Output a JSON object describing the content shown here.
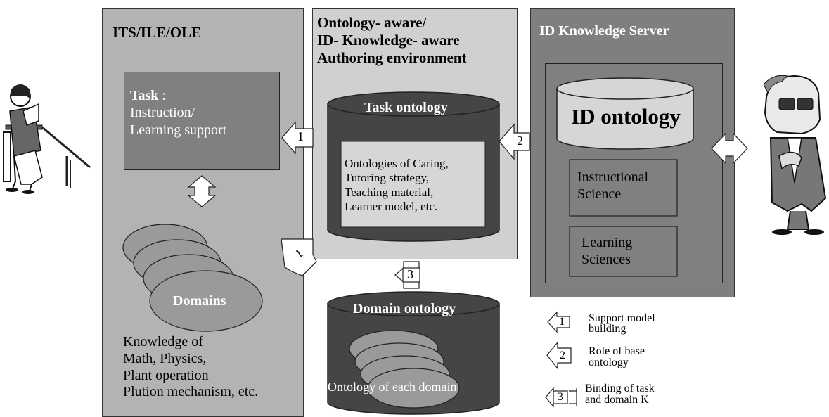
{
  "its_panel": {
    "title": "ITS/ILE/OLE",
    "task_title": "Task",
    "task_colon": " :",
    "task_body_1": "Instruction/",
    "task_body_2": "Learning support",
    "domains_label": "Domains",
    "knowledge_lines": [
      "Knowledge of",
      "Math, Physics,",
      "Plant operation",
      "Plution mechanism, etc."
    ]
  },
  "authoring_panel": {
    "title_lines": [
      "Ontology- aware/",
      "ID- Knowledge- aware",
      "Authoring environment"
    ],
    "task_ontology_label": "Task ontology",
    "ontologies_lines": [
      "Ontologies of Caring,",
      "Tutoring strategy,",
      "Teaching material,",
      "Learner model, etc."
    ]
  },
  "domain_ontology": {
    "label": "Domain ontology",
    "each_domain_label": "Ontology of each domain"
  },
  "server_panel": {
    "title": "ID Knowledge Server",
    "id_ontology_label": "ID ontology",
    "instructional_lines": [
      "Instructional",
      "Science"
    ],
    "learning_lines": [
      "Learning",
      "Sciences"
    ]
  },
  "arrows": {
    "arrow1_top": "1",
    "arrow1_bottom": "1",
    "arrow2": "2",
    "arrow3": "3"
  },
  "legend": {
    "item1_num": "1",
    "item1_lines": [
      "Support model",
      "building"
    ],
    "item2_num": "2",
    "item2_lines": [
      "Role of base",
      "ontology"
    ],
    "item3_num": "3",
    "item3_lines": [
      "Binding of task",
      "and domain K"
    ]
  },
  "colors": {
    "its_panel": "#b3b3b3",
    "authoring_panel": "#d0d0d0",
    "server_panel": "#7f7f7f",
    "task_box": "#808080",
    "cylinder_dark": "#454545",
    "inner_light": "#d6d6d6",
    "ellipse_fill": "#9a9a9a"
  },
  "icons": [
    "student-reading-icon",
    "professor-thinking-icon"
  ]
}
